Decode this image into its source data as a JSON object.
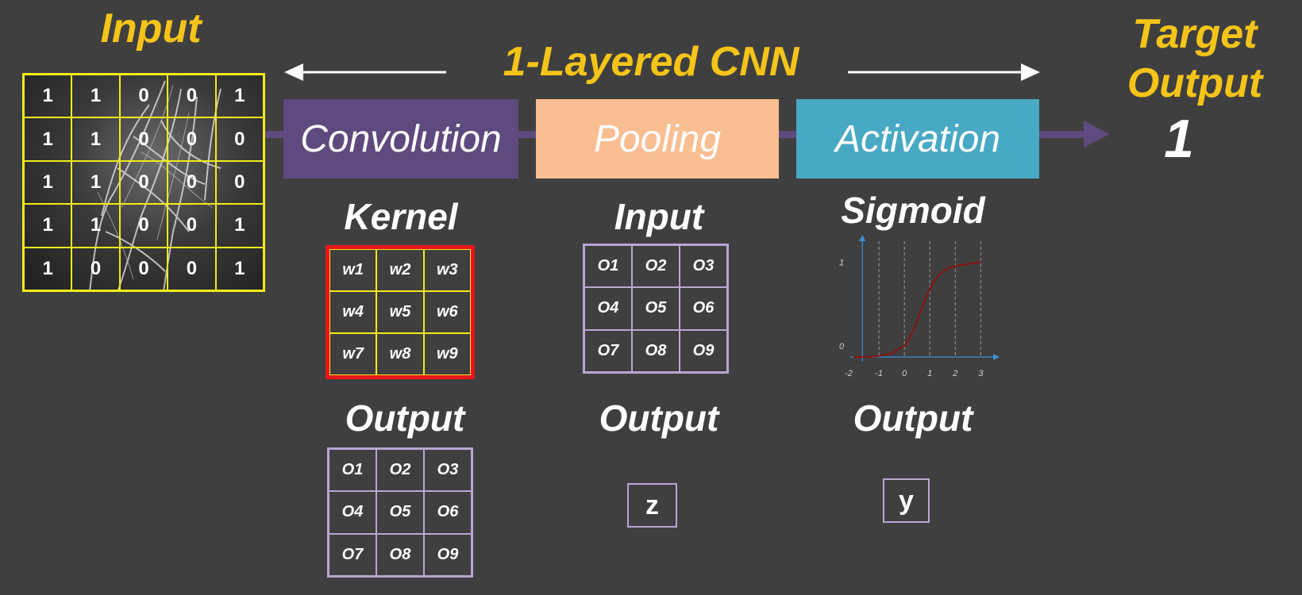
{
  "titles": {
    "input": "Input",
    "cnn": "1-Layered CNN",
    "target": "Target\nOutput",
    "target_value": "1"
  },
  "input_grid": [
    [
      "1",
      "1",
      "0",
      "0",
      "1"
    ],
    [
      "1",
      "1",
      "0",
      "0",
      "0"
    ],
    [
      "1",
      "1",
      "0",
      "0",
      "0"
    ],
    [
      "1",
      "1",
      "0",
      "0",
      "1"
    ],
    [
      "1",
      "0",
      "0",
      "0",
      "1"
    ]
  ],
  "stages": {
    "convolution": "Convolution",
    "pooling": "Pooling",
    "activation": "Activation"
  },
  "convolution": {
    "kernel_label": "Kernel",
    "kernel": [
      "w1",
      "w2",
      "w3",
      "w4",
      "w5",
      "w6",
      "w7",
      "w8",
      "w9"
    ],
    "output_label": "Output",
    "output": [
      "O1",
      "O2",
      "O3",
      "O4",
      "O5",
      "O6",
      "O7",
      "O8",
      "O9"
    ]
  },
  "pooling": {
    "input_label": "Input",
    "input": [
      "O1",
      "O2",
      "O3",
      "O4",
      "O5",
      "O6",
      "O7",
      "O8",
      "O9"
    ],
    "output_label": "Output",
    "output": "z"
  },
  "activation": {
    "sigmoid_label": "Sigmoid",
    "output_label": "Output",
    "output": "y"
  },
  "chart_data": {
    "type": "line",
    "x_ticks": [
      "-2",
      "-1",
      "0",
      "1",
      "2",
      "3"
    ],
    "y_ticks": [
      "0",
      "1"
    ],
    "xlim": [
      -2,
      3.3
    ],
    "ylim": [
      0,
      1.1
    ],
    "series": [
      {
        "x": [
          -2,
          -1.5,
          -1,
          -0.5,
          0,
          0.25,
          0.5,
          0.75,
          1,
          1.25,
          1.5,
          1.75,
          2,
          2.5,
          3
        ],
        "y": [
          0,
          0,
          0.01,
          0.04,
          0.12,
          0.22,
          0.38,
          0.56,
          0.72,
          0.83,
          0.9,
          0.94,
          0.96,
          0.98,
          1.0
        ]
      }
    ],
    "colors": {
      "axis": "#3d8ed6",
      "curve": "#8b1111",
      "grid": "#9a9a9a"
    }
  },
  "colors": {
    "background": "#3f3f3f",
    "title_yellow": "#f5c419",
    "convolution": "#5e4a7e",
    "pooling": "#f9be91",
    "activation": "#48a9c5",
    "arrow": "#5e4a7e"
  }
}
